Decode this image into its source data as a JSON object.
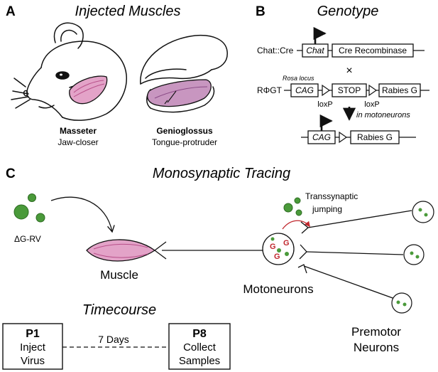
{
  "panels": {
    "a": {
      "letter": "A",
      "title": "Injected Muscles",
      "muscles": [
        {
          "name": "Masseter",
          "role": "Jaw-closer"
        },
        {
          "name": "Genioglossus",
          "role": "Tongue-protruder"
        }
      ]
    },
    "b": {
      "letter": "B",
      "title": "Genotype",
      "chat_cre": {
        "label": "Chat::Cre",
        "promoter": "Chat",
        "gene": "Cre Recombinase"
      },
      "cross": "×",
      "rosa": {
        "locus": "Rosa locus",
        "label": "RΦGT",
        "promoter": "CAG",
        "stop": "STOP",
        "gene": "Rabies G",
        "loxp_left": "loxP",
        "loxp_right": "loxP"
      },
      "arrow_note": "in motoneurons",
      "result": {
        "promoter": "CAG",
        "gene": "Rabies G"
      }
    },
    "c": {
      "letter": "C",
      "title": "Monosynaptic Tracing",
      "virus_label": "ΔG-RV",
      "muscle_label": "Muscle",
      "transsynaptic": "Transsynaptic\njumping",
      "motoneuron_g": "G",
      "motoneurons_label": "Motoneurons",
      "premotor_label_1": "Premotor",
      "premotor_label_2": "Neurons",
      "timecourse_title": "Timecourse",
      "p1": {
        "day": "P1",
        "line1": "Inject",
        "line2": "Virus"
      },
      "interval": "7 Days",
      "p8": {
        "day": "P8",
        "line1": "Collect",
        "line2": "Samples"
      }
    }
  },
  "colors": {
    "muscle_fill": "#e3a3c8",
    "muscle_line": "#b8508a",
    "virus": "#4a9a3a",
    "virus_stroke": "#2d6b22",
    "g_label": "#c0272d",
    "tongue": "#c896c0"
  }
}
